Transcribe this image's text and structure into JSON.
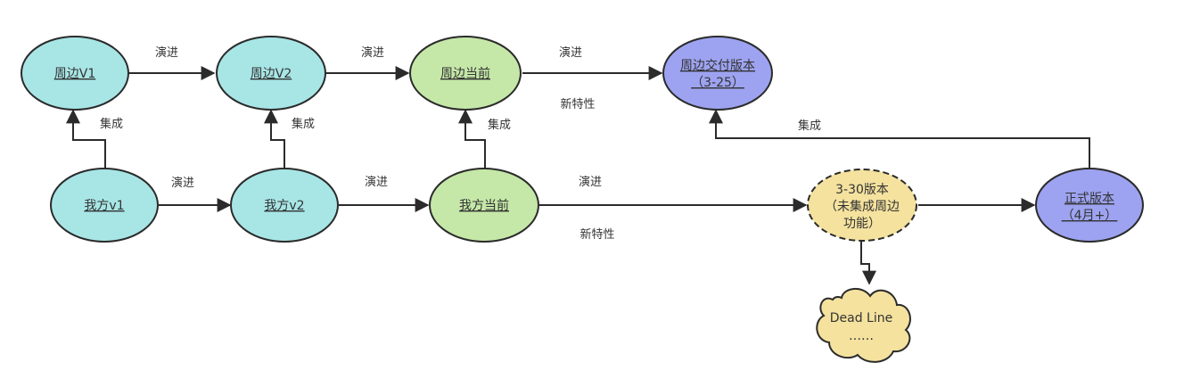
{
  "colors": {
    "cyan_fill": "#a8e6e6",
    "green_fill": "#c5e8a8",
    "purple_fill": "#9da3f0",
    "yellow_fill": "#f4e29e",
    "stroke": "#2b2b2b",
    "text": "#333333"
  },
  "nodes": {
    "zhoubian_v1": {
      "label": "周边V1"
    },
    "zhoubian_v2": {
      "label": "周边V2"
    },
    "zhoubian_current": {
      "label": "周边当前"
    },
    "zhoubian_delivery": {
      "lines": [
        "周边交付版本",
        "（3-25）"
      ]
    },
    "ours_v1": {
      "label": "我方v1"
    },
    "ours_v2": {
      "label": "我方v2"
    },
    "ours_current": {
      "label": "我方当前"
    },
    "version_330": {
      "lines": [
        "3-30版本",
        "（未集成周边",
        "功能）"
      ]
    },
    "official": {
      "lines": [
        "正式版本",
        "（4月+）"
      ]
    },
    "deadline": {
      "lines": [
        "Dead Line",
        "……"
      ]
    }
  },
  "edges": {
    "evolve_top_1": "演进",
    "evolve_top_2": "演进",
    "evolve_top_3": "演进",
    "new_feature_top": "新特性",
    "integrate_1": "集成",
    "integrate_2": "集成",
    "integrate_3": "集成",
    "evolve_bottom_1": "演进",
    "evolve_bottom_2": "演进",
    "evolve_bottom_3": "演进",
    "new_feature_bottom": "新特性",
    "integrate_official": "集成"
  }
}
